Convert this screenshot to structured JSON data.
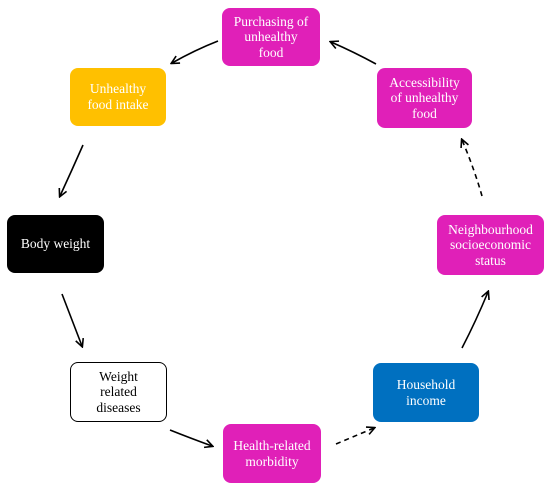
{
  "diagram": {
    "nodes": [
      {
        "id": "purchasing",
        "label": "Purchasing of\nunhealthy\nfood",
        "fill": "#e020b8",
        "text_color": "#ffffff"
      },
      {
        "id": "unhealthy_intake",
        "label": "Unhealthy\nfood intake",
        "fill": "#ffc000",
        "text_color": "#ffffff"
      },
      {
        "id": "accessibility",
        "label": "Accessibility\nof unhealthy\nfood",
        "fill": "#e020b8",
        "text_color": "#ffffff"
      },
      {
        "id": "body_weight",
        "label": "Body weight",
        "fill": "#000000",
        "text_color": "#ffffff"
      },
      {
        "id": "neighbourhood",
        "label": "Neighbourhood\nsocioeconomic\nstatus",
        "fill": "#e020b8",
        "text_color": "#ffffff"
      },
      {
        "id": "weight_diseases",
        "label": "Weight\nrelated\ndiseases",
        "fill": "#ffffff",
        "text_color": "#000000"
      },
      {
        "id": "household_income",
        "label": "Household\nincome",
        "fill": "#0070c0",
        "text_color": "#ffffff"
      },
      {
        "id": "health_morbidity",
        "label": "Health-related\nmorbidity",
        "fill": "#e020b8",
        "text_color": "#ffffff"
      }
    ],
    "edges": [
      {
        "from": "purchasing",
        "to": "unhealthy_intake",
        "style": "solid"
      },
      {
        "from": "unhealthy_intake",
        "to": "body_weight",
        "style": "solid"
      },
      {
        "from": "body_weight",
        "to": "weight_diseases",
        "style": "solid"
      },
      {
        "from": "weight_diseases",
        "to": "health_morbidity",
        "style": "solid"
      },
      {
        "from": "health_morbidity",
        "to": "household_income",
        "style": "dashed"
      },
      {
        "from": "household_income",
        "to": "neighbourhood",
        "style": "solid"
      },
      {
        "from": "neighbourhood",
        "to": "accessibility",
        "style": "dashed"
      },
      {
        "from": "accessibility",
        "to": "purchasing",
        "style": "solid"
      }
    ]
  }
}
